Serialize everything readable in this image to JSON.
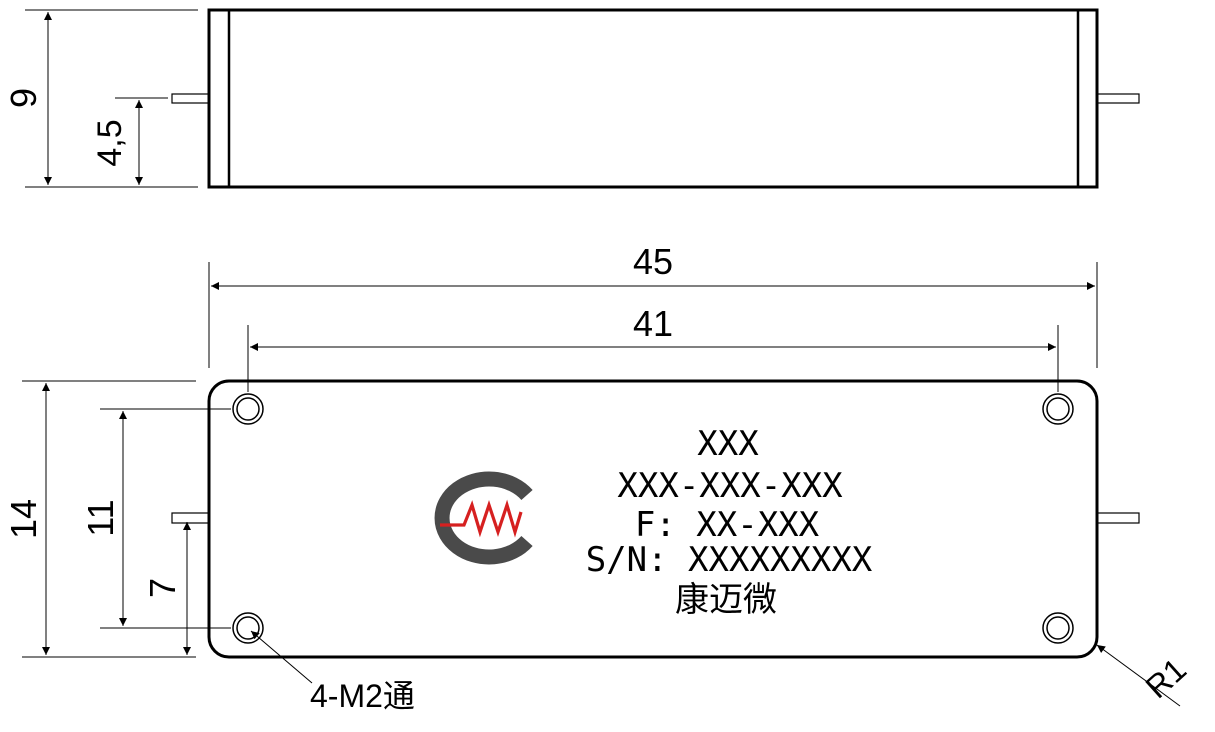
{
  "side_view": {
    "height_dim": "9",
    "pin_height_dim": "4,5"
  },
  "top_view": {
    "length_dim": "45",
    "hole_spacing_x_dim": "41",
    "width_dim": "14",
    "hole_spacing_y_dim": "11",
    "pin_offset_dim": "7",
    "holes_callout": "4-M2通",
    "corner_radius_callout": "R1"
  },
  "label": {
    "line1": "XXX",
    "line2": "XXX-XXX-XXX",
    "line3": "F: XX-XXX",
    "line4": "S/N: XXXXXXXXX",
    "line5": "康迈微"
  },
  "colors": {
    "line": "#000000",
    "logo_gray": "#4a4a4a",
    "logo_red": "#d62020"
  }
}
